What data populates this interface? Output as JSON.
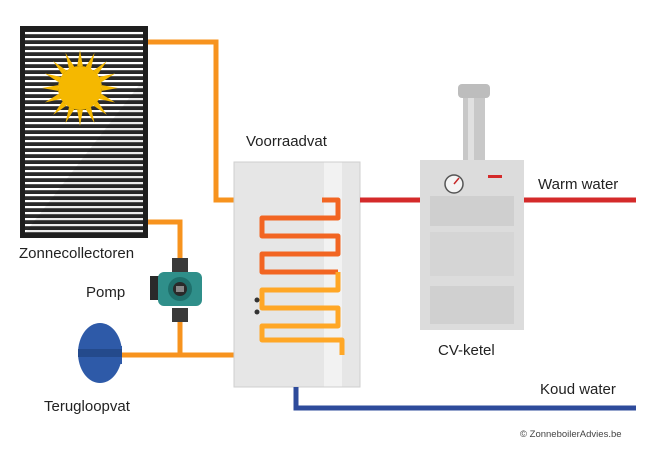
{
  "labels": {
    "collector": "Zonnecollectoren",
    "pump": "Pomp",
    "expansion_vessel": "Terugloopvat",
    "storage_tank": "Voorraadvat",
    "boiler": "CV-ketel",
    "warm_water": "Warm water",
    "cold_water": "Koud water"
  },
  "credit": "© ZonneboilerAdvies.be",
  "colors": {
    "hot_pipe": "#f7931e",
    "coil": "#f26522",
    "coil_light": "#ffa726",
    "warm_water": "#d42a2a",
    "cold_water": "#2e4b9b",
    "collector_frame": "#1e1e1e",
    "sun": "#f5b800",
    "tank": "#e6e6e6",
    "boiler": "#dcdcdc",
    "pump": "#2f8f8a",
    "vessel": "#2e5aa8"
  }
}
